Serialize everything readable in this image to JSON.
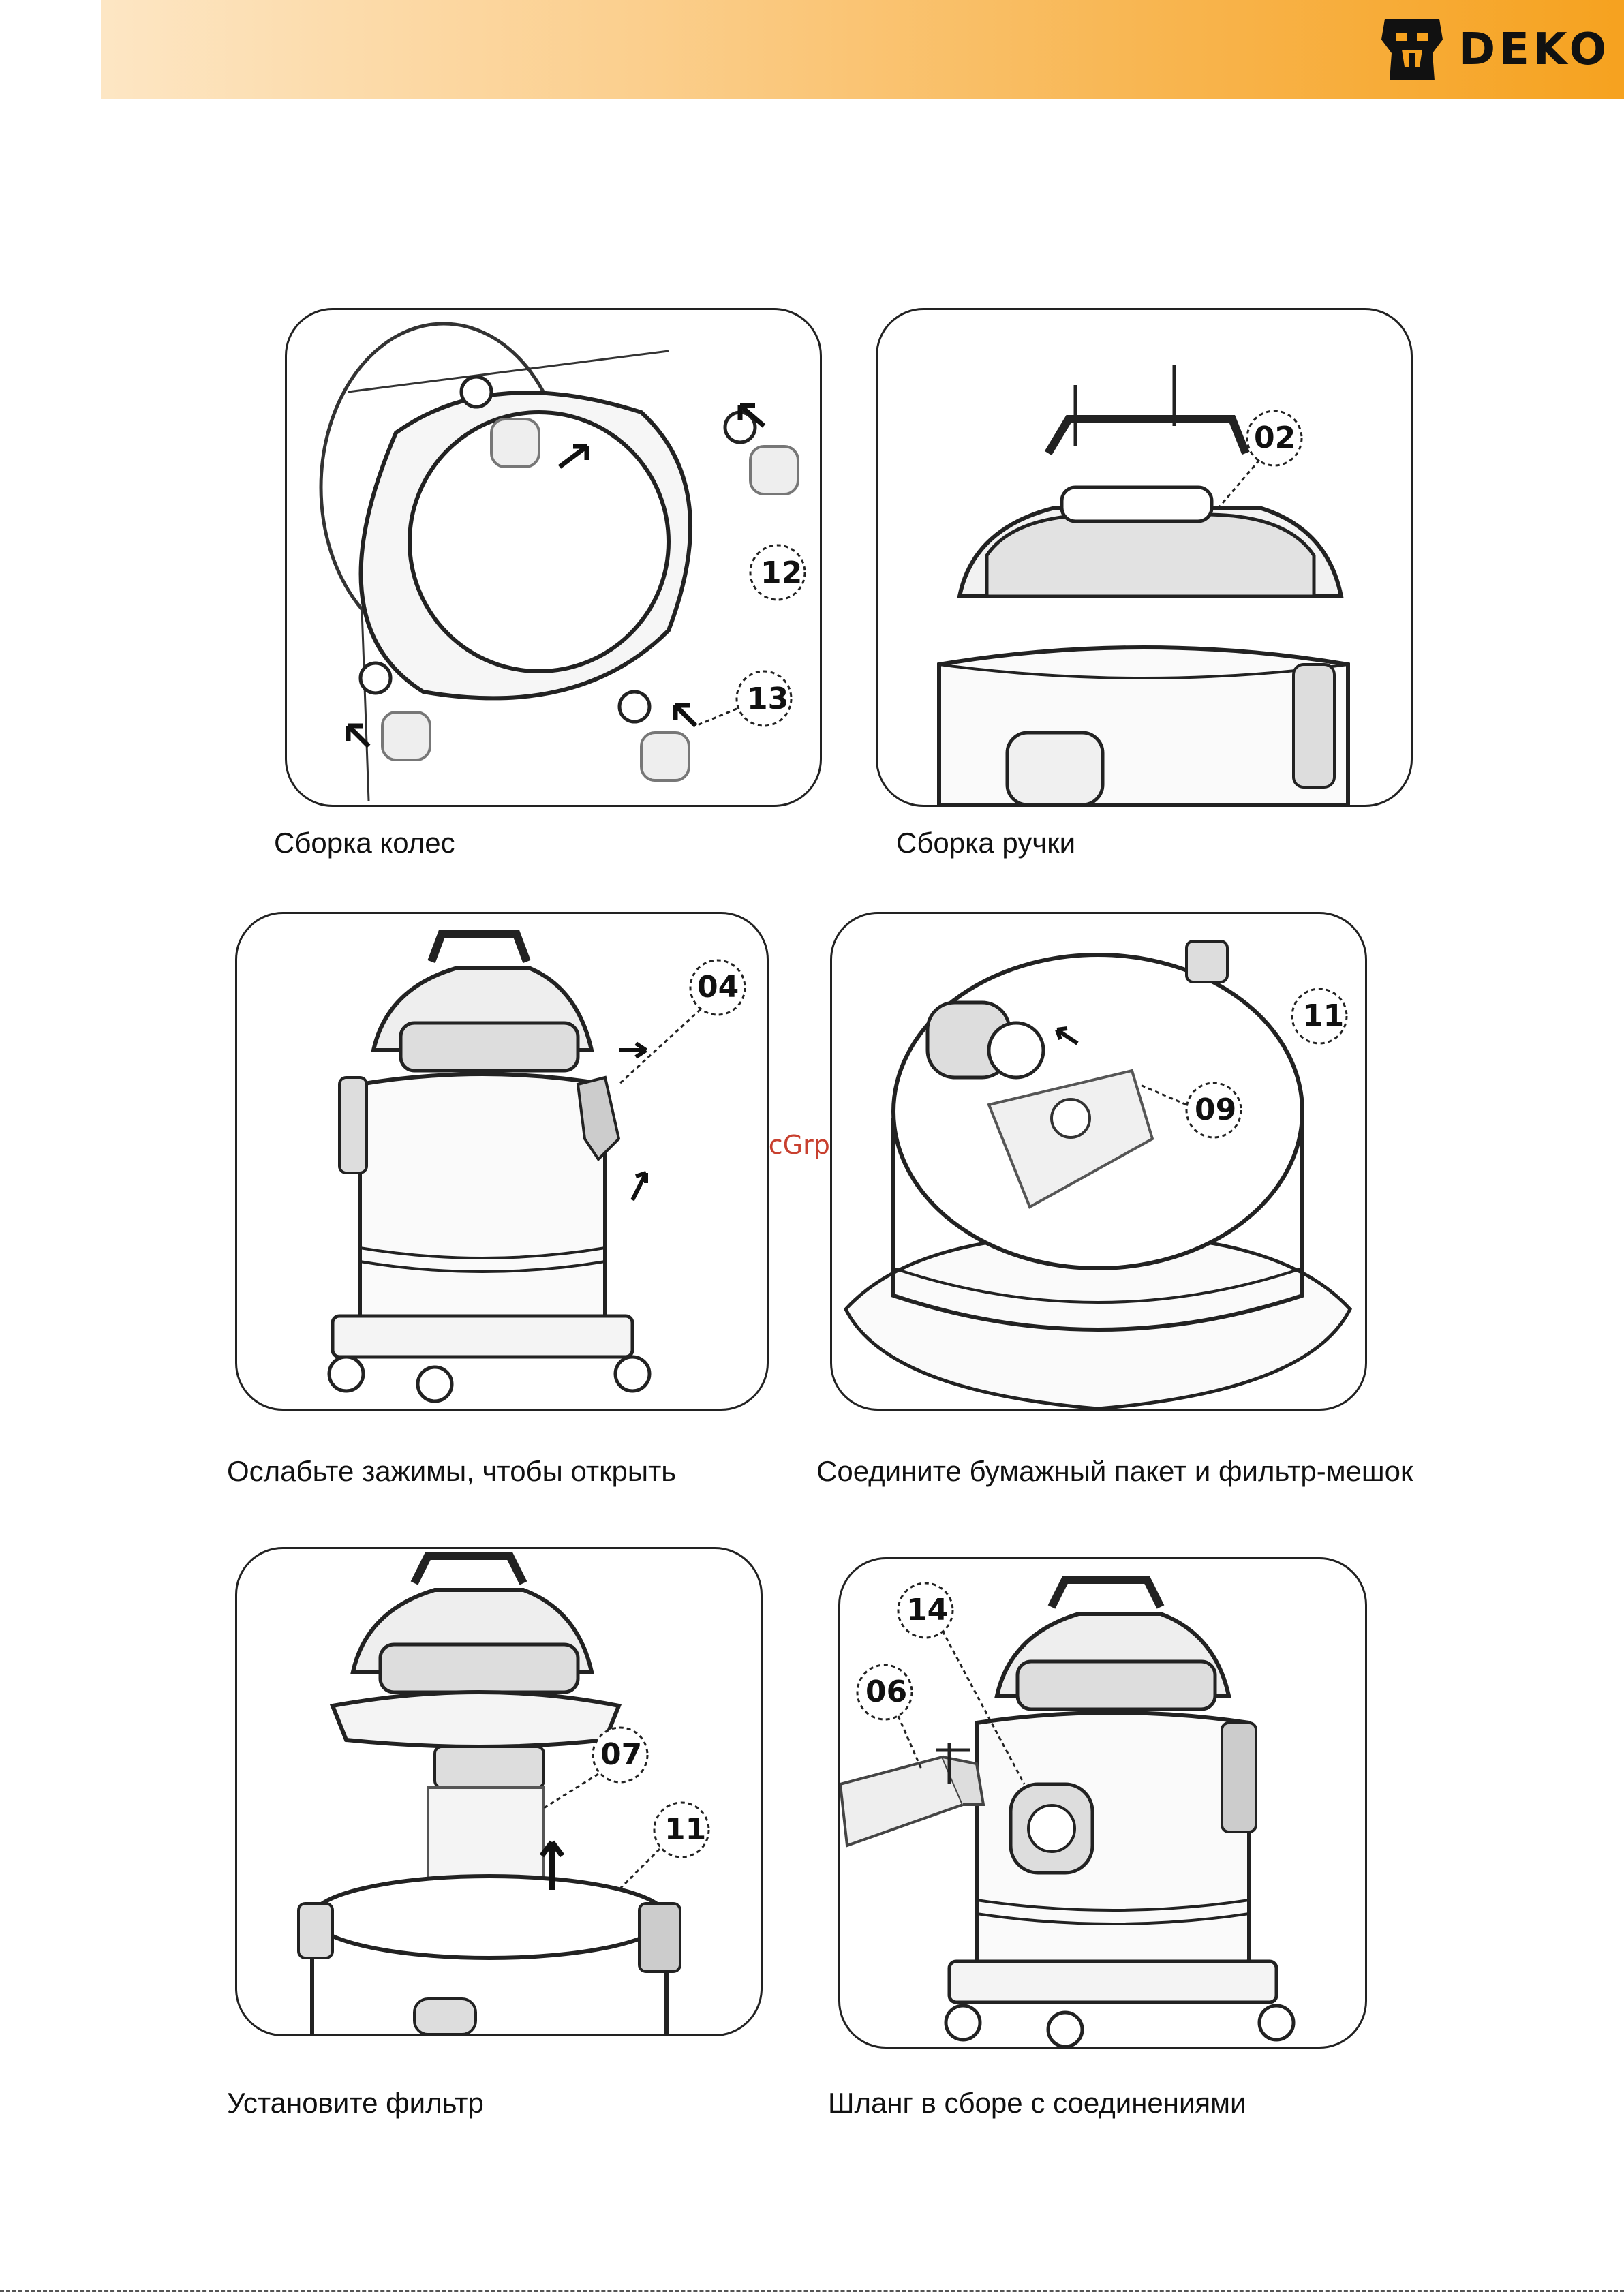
{
  "header": {
    "brand": "DEKO"
  },
  "watermark": "McGrp.Ru",
  "panels": [
    {
      "caption": "Сборка колес",
      "callouts": [
        "12",
        "13"
      ]
    },
    {
      "caption": "Сборка ручки",
      "callouts": [
        "02"
      ]
    },
    {
      "caption": "Ослабьте зажимы, чтобы открыть",
      "callouts": [
        "04"
      ]
    },
    {
      "caption": "Соедините бумажный пакет и фильтр-мешок",
      "callouts": [
        "11",
        "09"
      ]
    },
    {
      "caption": "Установите фильтр",
      "callouts": [
        "07",
        "11"
      ]
    },
    {
      "caption": "Шланг в сборе с соединениями",
      "callouts": [
        "14",
        "06"
      ]
    }
  ],
  "colors": {
    "header_start": "#fde6c4",
    "header_end": "#f6a21f",
    "watermark": "#c8402f"
  }
}
